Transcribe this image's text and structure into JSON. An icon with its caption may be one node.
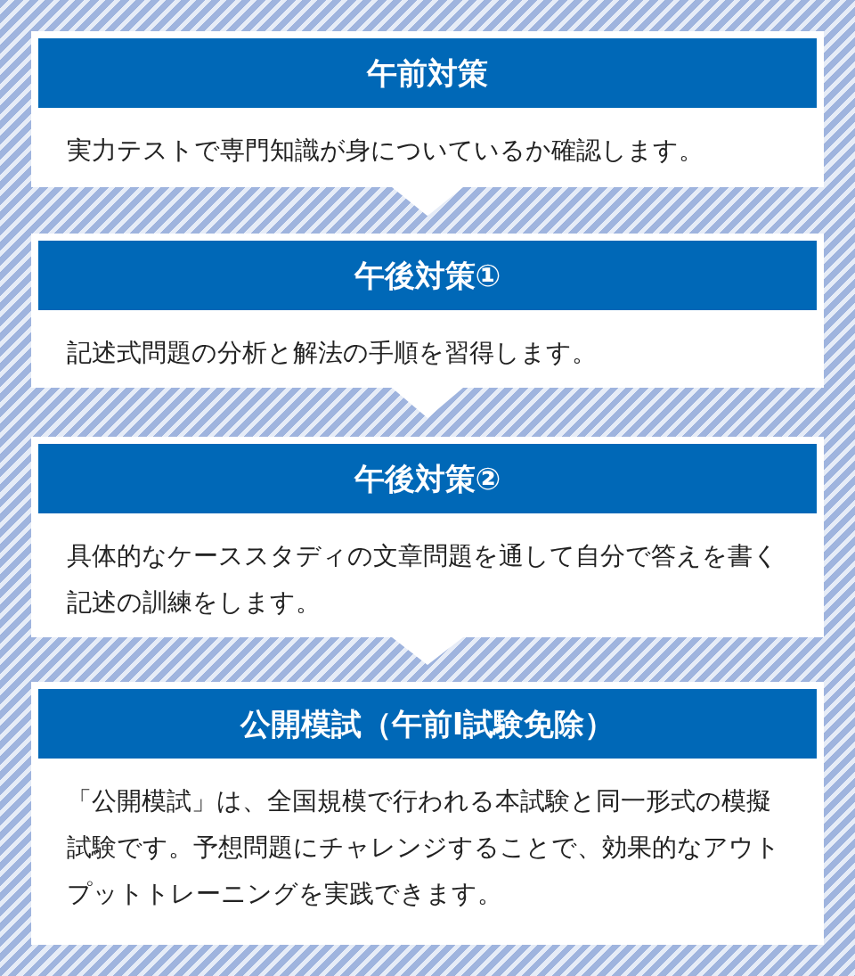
{
  "diagram": {
    "nodes": [
      {
        "text": [
          "午前対策",
          "実力テストで専門知識が身についているか確認します。"
        ]
      },
      {
        "text": [
          "午後対策①",
          "記述式問題の分析と解法の手順を習得します。"
        ]
      },
      {
        "text": [
          "午後対策②",
          "具体的なケーススタディの文章問題を通して自分で答えを書く記述の訓練をします。"
        ]
      },
      {
        "text": [
          "公開模試（午前Ⅰ試験免除）",
          "「公開模試」は、全国規模で行われる本試験と同一形式の模擬試験です。予想問題にチャレンジすることで、効果的なアウトプットトレーニングを実践できます。"
        ]
      }
    ],
    "edges": [
      {
        "from": 0,
        "to": 1,
        "arrow": "to"
      },
      {
        "from": 1,
        "to": 2,
        "arrow": "to"
      },
      {
        "from": 2,
        "to": 3,
        "arrow": "to"
      }
    ]
  }
}
